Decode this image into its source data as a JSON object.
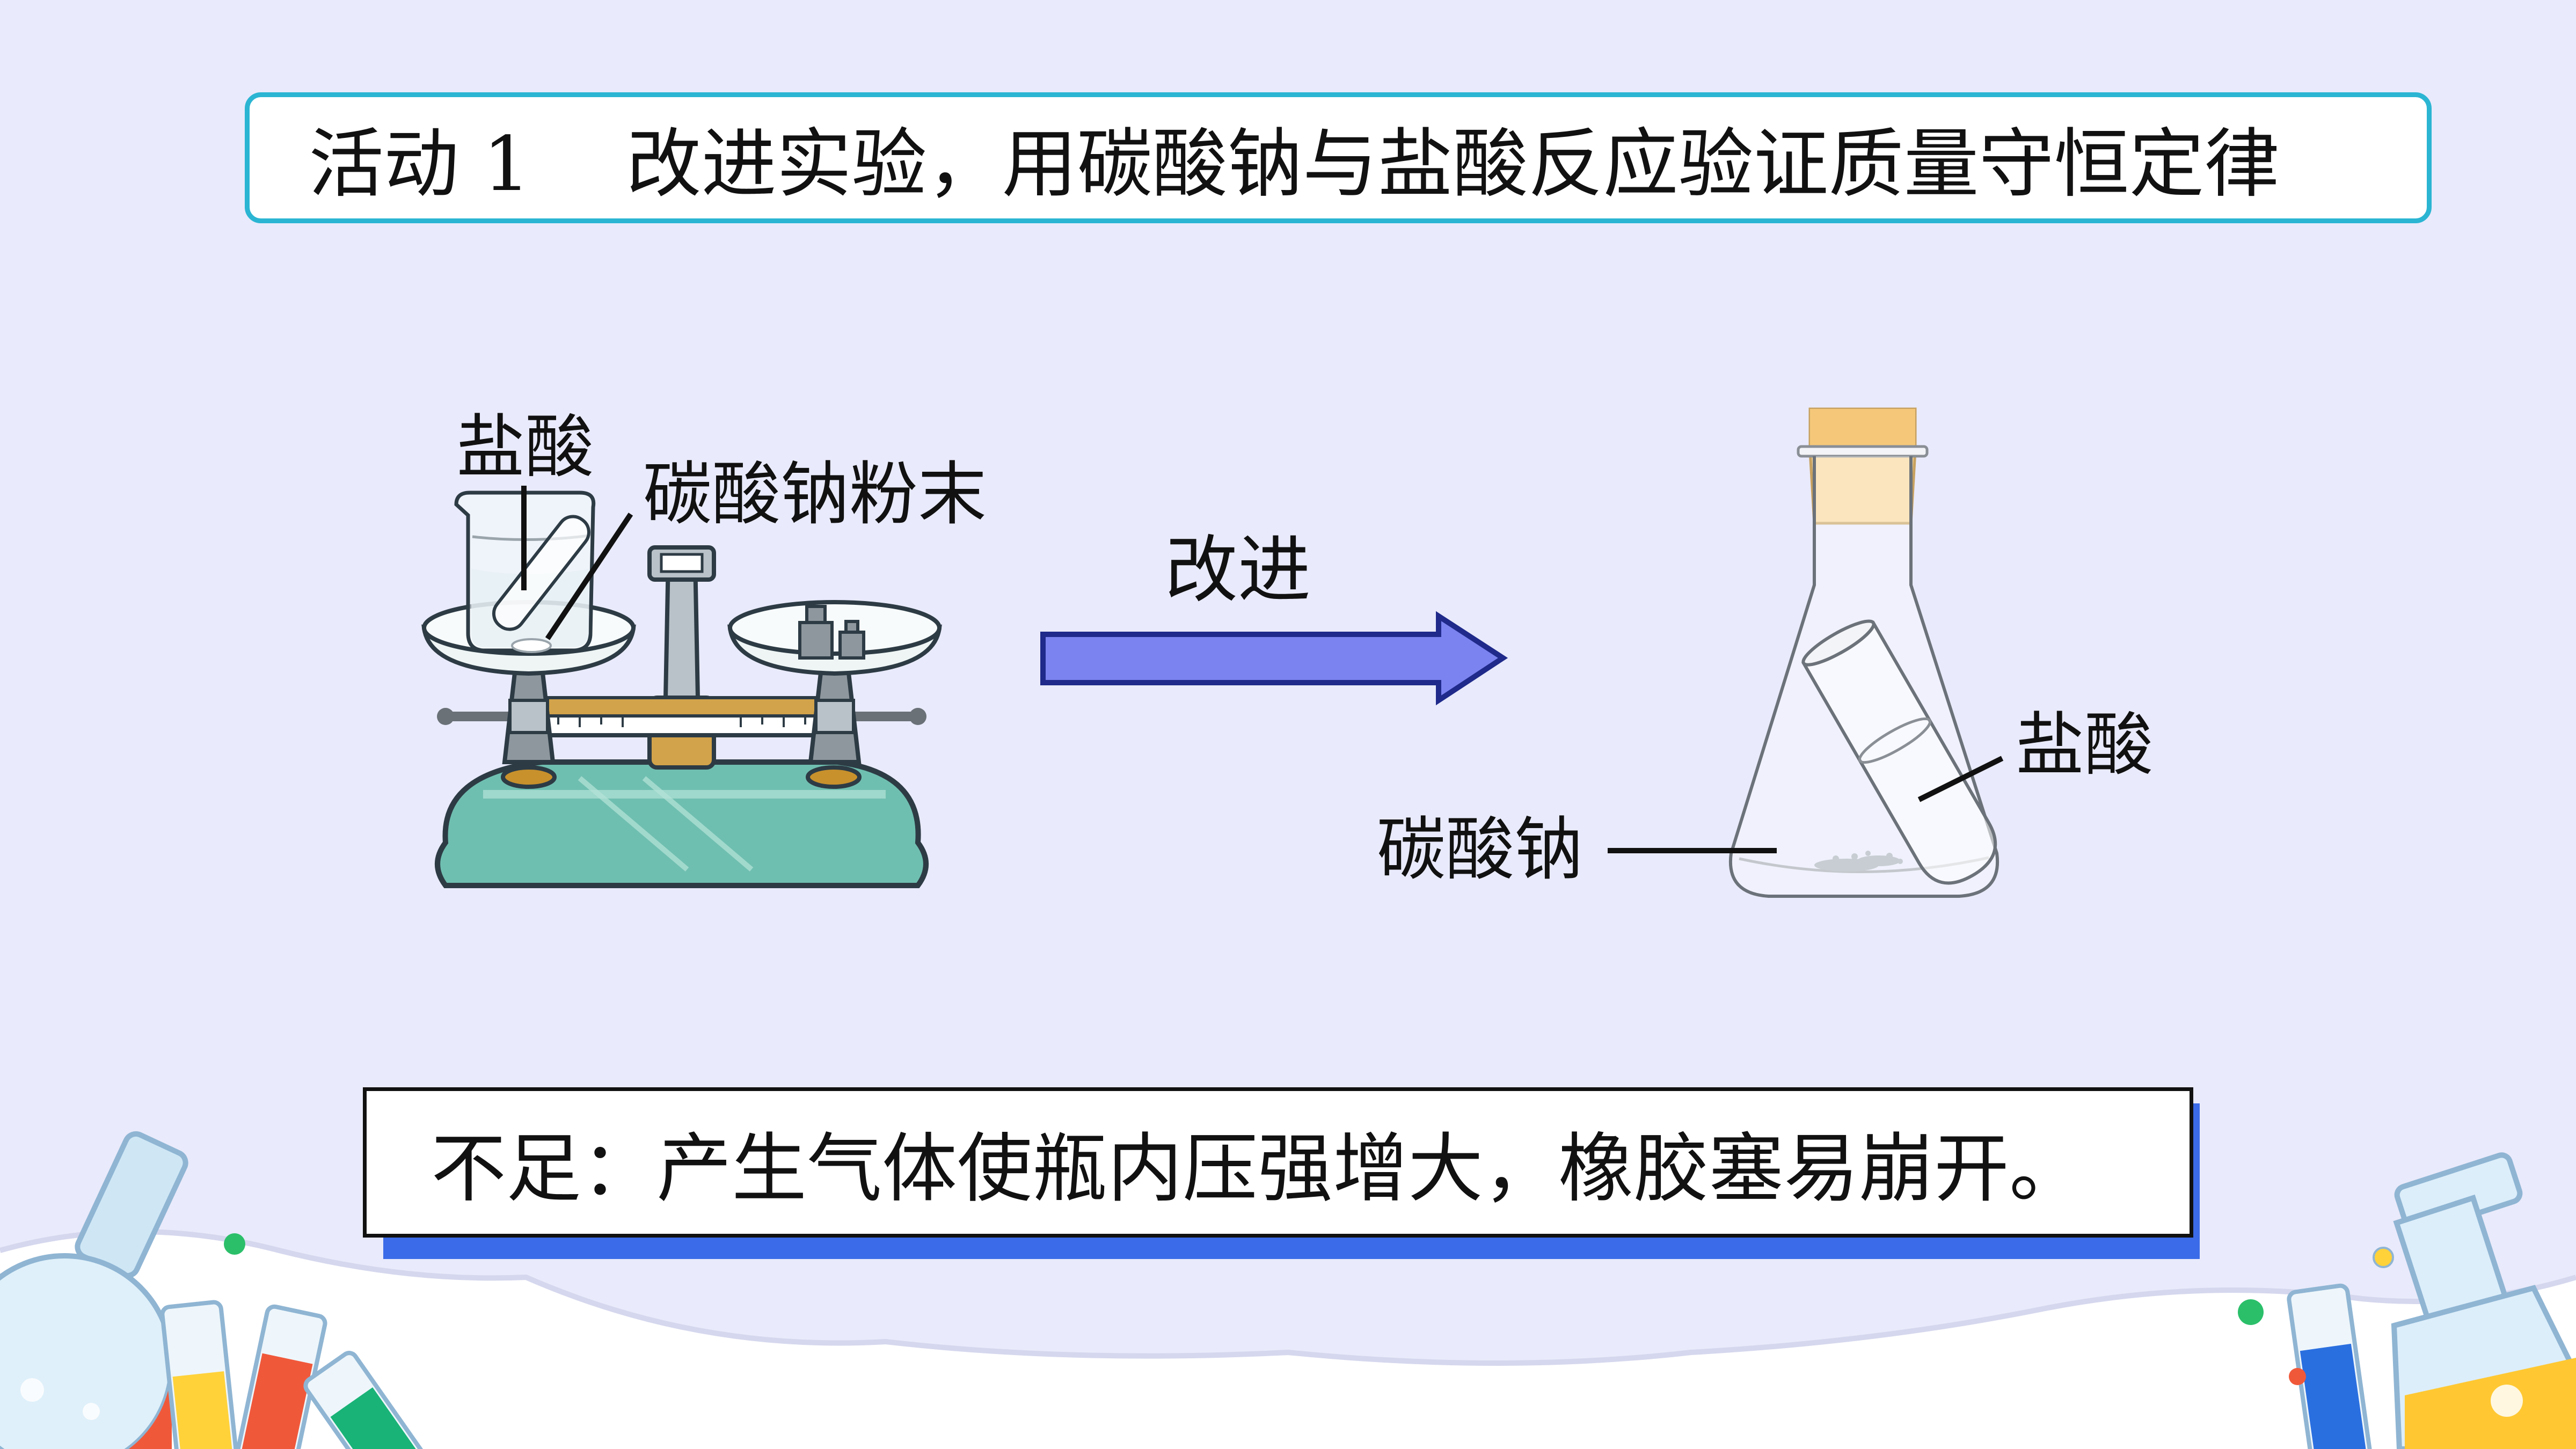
{
  "title": {
    "text": "活动 1    改进实验，用碳酸钠与盐酸反应验证质量守恒定律"
  },
  "left_figure": {
    "label_acid": "盐酸",
    "label_powder": "碳酸钠粉末"
  },
  "arrow": {
    "label": "改进"
  },
  "right_figure": {
    "label_acid": "盐酸",
    "label_sodium_carbonate": "碳酸钠"
  },
  "note": {
    "text": "不足：产生气体使瓶内压强增大，橡胶塞易崩开。"
  },
  "colors": {
    "background": "#e9eafb",
    "title_border": "#2bb5d3",
    "note_shadow": "#3b6be8",
    "arrow_fill": "#7b83f0",
    "balance_base": "#6fbfb0",
    "stopper": "#f8d79c"
  }
}
